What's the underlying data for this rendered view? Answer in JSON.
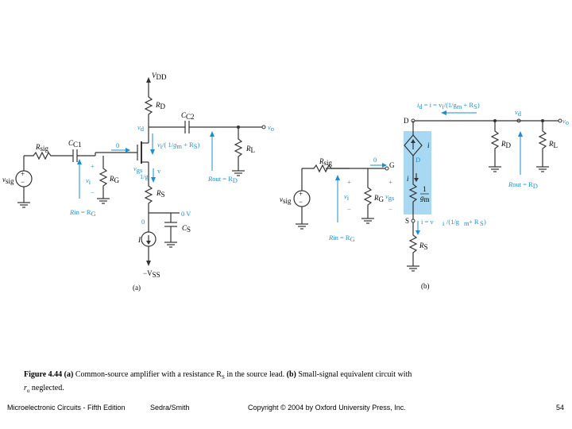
{
  "figure": {
    "left": {
      "vdd": "V",
      "vdd_sub": "DD",
      "rd": "R",
      "rd_sub": "D",
      "cc2": "C",
      "cc2_sub": "C2",
      "vd": "v",
      "vd_sub": "d",
      "vo": "v",
      "vo_sub": "o",
      "rl": "R",
      "rl_sub": "L",
      "rsig": "R",
      "rsig_sub": "sig",
      "cc1": "C",
      "cc1_sub": "C1",
      "zero_in": "0",
      "vsig": "v",
      "vsig_sub": "sig",
      "rg": "R",
      "rg_sub": "G",
      "vi": "v",
      "vi_sub": "i",
      "vgs": "v",
      "vgs_sub": "gs",
      "rs": "R",
      "rs_sub": "S",
      "zero_v": "0 V",
      "cs": "C",
      "cs_sub": "S",
      "zero_s": "0",
      "current": "I",
      "vss": "−V",
      "vss_sub": "SS",
      "rin": "R",
      "rin_eq": "in = R",
      "rin_sub": "G",
      "rout": "R",
      "rout_eq": "out = R",
      "rout_sub": "D",
      "drain_current_expr": "v",
      "gm": "g",
      "gm_sub": "m",
      "tag": "(a)"
    },
    "right": {
      "top_expr": "i",
      "d_label": "D",
      "vd": "v",
      "vd_sub": "d",
      "vo": "v",
      "vo_sub": "o",
      "rd": "R",
      "rd_sub": "D",
      "rl": "R",
      "rl_sub": "L",
      "rsig": "R",
      "rsig_sub": "sig",
      "zero": "0",
      "g_label": "G",
      "i_label": "i",
      "vsig": "v",
      "vsig_sub": "sig",
      "vi": "v",
      "vi_sub": "i",
      "rg": "R",
      "rg_sub": "G",
      "vgs": "v",
      "vgs_sub": "gs",
      "one": "1",
      "gm": "g",
      "gm_sub": "m",
      "s_label": "S",
      "rs": "R",
      "rs_sub": "S",
      "rin": "R",
      "rin_eq": "in = R",
      "rin_sub": "G",
      "rout": "R",
      "rout_eq": "out = R",
      "rout_sub": "D",
      "tag": "(b)"
    }
  },
  "caption": {
    "figure_label": "Figure 4.44",
    "part_a": "(a)",
    "text_a": " Common-source amplifier with a resistance R",
    "text_a_sub": "S",
    "text_a_rest": " in the source lead. ",
    "part_b": "(b)",
    "text_b": " Small-signal equivalent circuit with ",
    "text_b2": "r",
    "text_b2_sub": "o",
    "text_b3": " neglected."
  },
  "footer": {
    "book": "Microelectronic Circuits - Fifth Edition",
    "authors": "Sedra/Smith",
    "copyright": "Copyright © 2004 by Oxford University Press, Inc.",
    "page": "54"
  }
}
